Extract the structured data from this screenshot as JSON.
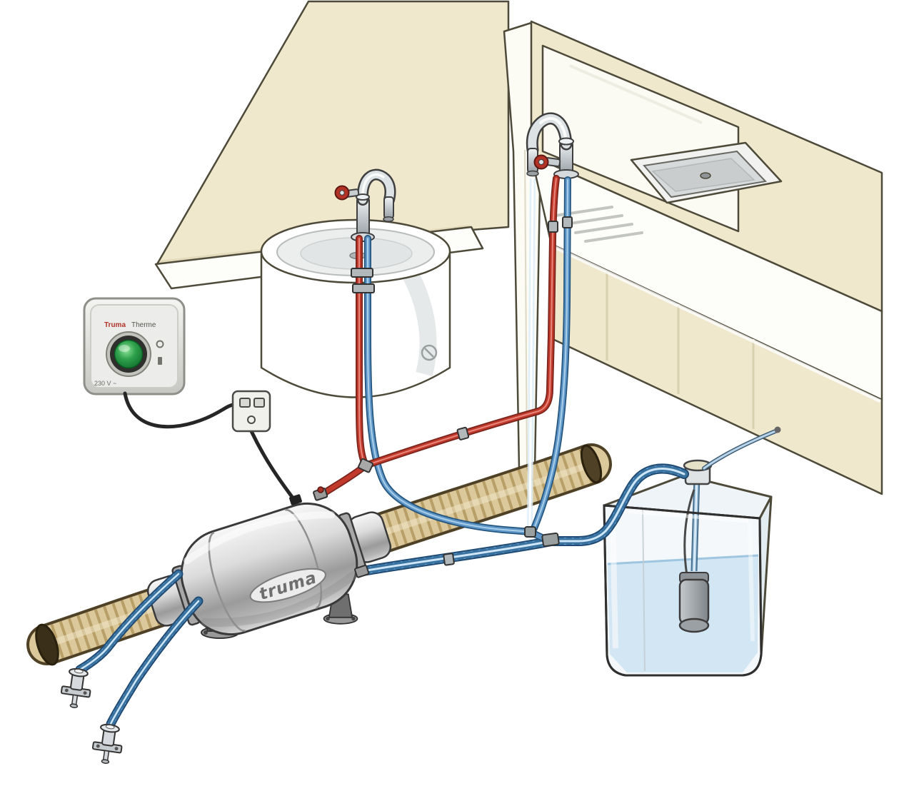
{
  "labels": {
    "heater_logo": "truma",
    "panel_brand": "Truma",
    "panel_model": "Therme",
    "panel_voltage": "230 V ~"
  },
  "colors": {
    "hot_water": "#a93529",
    "cold_water": "#5b94c6",
    "air_duct": "#dcc99b",
    "tank_water": "#cfe4f2",
    "metal": "#c9c9c9",
    "wall": "#efe8cd",
    "power_button_green": "#2ea04c",
    "outline": "#4e4a3a"
  },
  "components": [
    "control-panel",
    "power-button",
    "power-cable",
    "connector-box",
    "water-heater",
    "heater-logo",
    "warm-air-duct",
    "washbasin",
    "basin-faucet",
    "kitchen-sink",
    "sink-faucet",
    "hot-water-lines",
    "cold-water-lines",
    "water-container",
    "submersible-pump",
    "drain-valves",
    "water-stream"
  ]
}
